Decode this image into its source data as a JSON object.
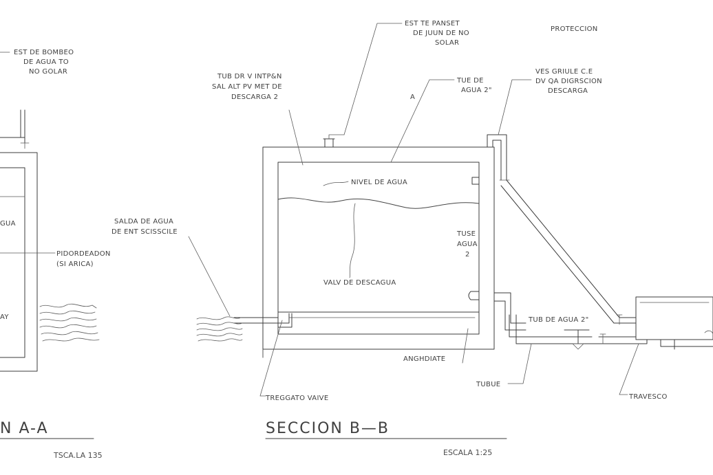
{
  "diagram": {
    "labels": {
      "est_bombeo_1": "EST DE BOMBEO",
      "est_bombeo_2": "DE AGUA TO",
      "est_bombeo_3": "NO GOLAR",
      "est_panset_1": "EST  TE PANSET",
      "est_panset_2": "DE JUUN  DE NO",
      "est_panset_3": "SOLAR",
      "proteccion": "PROTECCION",
      "tub_dr_1": "TUB  DR  V  INTP&N",
      "tub_dr_2": "SAL  ALT  PV  MET DE",
      "tub_dr_3": "DESCARGA 2",
      "tue_1": "TUE DE",
      "tue_2": "AGUA 2\"",
      "ves_1": "VES GRIULE C.E",
      "ves_2": "DV  QA DIGRSCION",
      "ves_3": "DESCARGA",
      "a_mark": "A",
      "nivel": "NIVEL DE AGUA",
      "salda_1": "SALDA DE AGUA",
      "salda_2": "DE ENT SCISSCILE",
      "pidor_1": "PIDORDEADON",
      "pidor_2": "(SI ARICA)",
      "gua_left": "GUA",
      "ay_left": "AY",
      "tuse_1": "TUSE",
      "tuse_2": "AGUA",
      "tuse_3": "2",
      "valv": "VALV DE DESCAGUA",
      "tub_agua": "TUB DE AGUA 2\"",
      "anghdiate": "ANGHDIATE",
      "tubue": "TUBUE",
      "travesco": "TRAVESCO",
      "tregato": "TREGGATO VAIVE"
    },
    "titles": {
      "section_a": "N   A-A",
      "section_b": "SECCION    B—B"
    },
    "scales": {
      "scale_a": "TSCA.LA 135",
      "scale_b": "ESCALA 1:25"
    }
  }
}
